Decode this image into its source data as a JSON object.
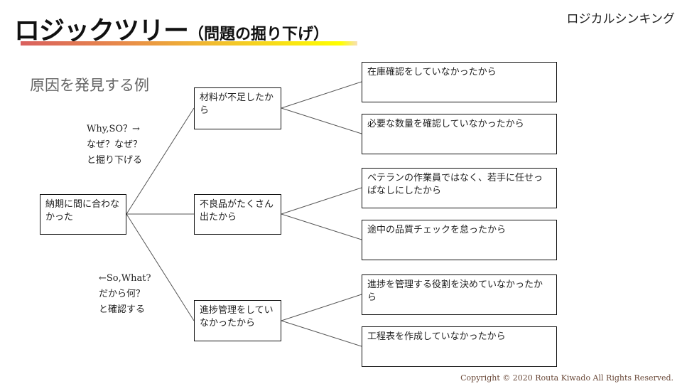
{
  "header": {
    "title": "ロジックツリー",
    "subtitle": "（問題の掘り下げ）",
    "corner_label": "ロジカルシンキング",
    "bar_gradient": [
      "#d9605e",
      "#e88a4a",
      "#f2c12c",
      "#ffff00",
      "#f7e0b6"
    ]
  },
  "section_label": "原因を発見する例",
  "notes": {
    "why_so": [
      "Why,SO？→",
      "なぜ？なぜ？",
      "と掘り下げる"
    ],
    "so_what": [
      "←So,What?",
      "だから何？",
      "と確認する"
    ]
  },
  "tree": {
    "root": "納期に間に合わなかった",
    "branches": [
      {
        "label": "材料が不足したから",
        "leaves": [
          "在庫確認をしていなかったから",
          "必要な数量を確認していなかったから"
        ]
      },
      {
        "label": "不良品がたくさん出たから",
        "leaves": [
          "ベテランの作業員ではなく、若手に任せっぱなしにしたから",
          "途中の品質チェックを怠ったから"
        ]
      },
      {
        "label": "進捗管理をしていなかったから",
        "leaves": [
          "進捗を管理する役割を決めていなかったから",
          "工程表を作成していなかったから"
        ]
      }
    ]
  },
  "footer": {
    "copyright": "Copyright © 2020 Routa Kiwado All Rights Reserved."
  }
}
